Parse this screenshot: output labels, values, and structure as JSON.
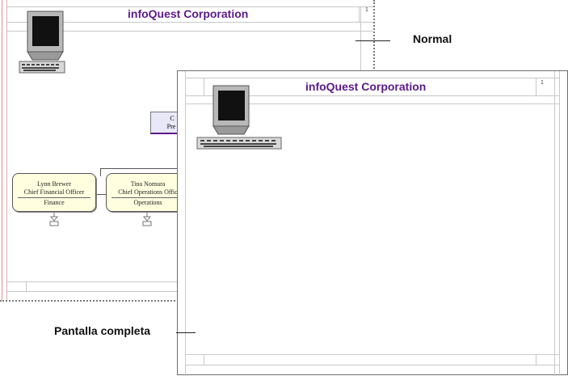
{
  "normal_view": {
    "page_title": "infoQuest Corporation",
    "page_number": "1",
    "top_box_line1": "C",
    "top_box_line2": "Pre",
    "boxes": [
      {
        "name": "Lynn Brewer",
        "title": "Chief Financial Officer",
        "dept": "Finance"
      },
      {
        "name": "Tina Nomura",
        "title": "Chief Operations Offic",
        "dept": "Operations"
      }
    ]
  },
  "full_view": {
    "page_title": "infoQuest Corporation",
    "page_number": "1"
  },
  "labels": {
    "normal": "Normal",
    "fullscreen": "Pantalla completa"
  },
  "colors": {
    "title": "#5a1a8a",
    "box_fill": "#ffffe0"
  },
  "icons": [
    "computer-monitor-icon"
  ]
}
